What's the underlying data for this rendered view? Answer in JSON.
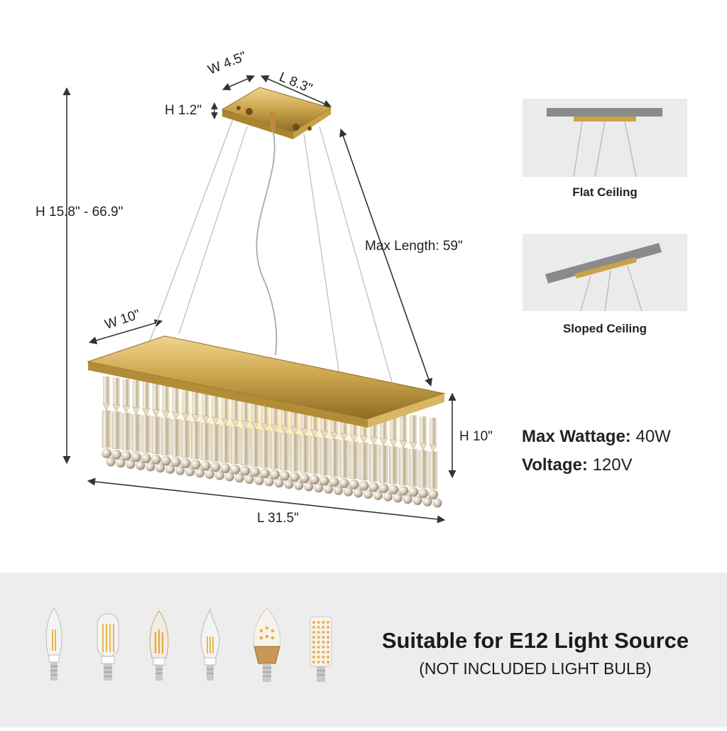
{
  "dimensions": {
    "canopy_width": "W 4.5\"",
    "canopy_length": "L 8.3\"",
    "canopy_height": "H 1.2\"",
    "overall_height": "H 15.8\" - 66.9\"",
    "max_length": "Max Length: 59\"",
    "body_width": "W 10\"",
    "body_height": "H 10\"",
    "body_length": "L 31.5\""
  },
  "ceiling_types": {
    "flat": "Flat Ceiling",
    "sloped": "Sloped Ceiling"
  },
  "specs": {
    "wattage_label": "Max Wattage:",
    "wattage_value": "40W",
    "voltage_label": "Voltage:",
    "voltage_value": "120V"
  },
  "bulbs": {
    "title": "Suitable for E12 Light Source",
    "note": "(NOT INCLUDED LIGHT BULB)",
    "icons": [
      "candle-filament-bulb-icon",
      "tubular-filament-bulb-icon",
      "candle-led-bulb-icon",
      "flame-tip-bulb-icon",
      "gold-candle-led-bulb-icon",
      "corn-led-bulb-icon"
    ]
  },
  "colors": {
    "gold": "#c9a24a",
    "gold_dark": "#9c7a2c",
    "gray_band": "#ededed",
    "panel_bg": "#ebebeb",
    "ceiling_bar": "#8a8a8a"
  }
}
